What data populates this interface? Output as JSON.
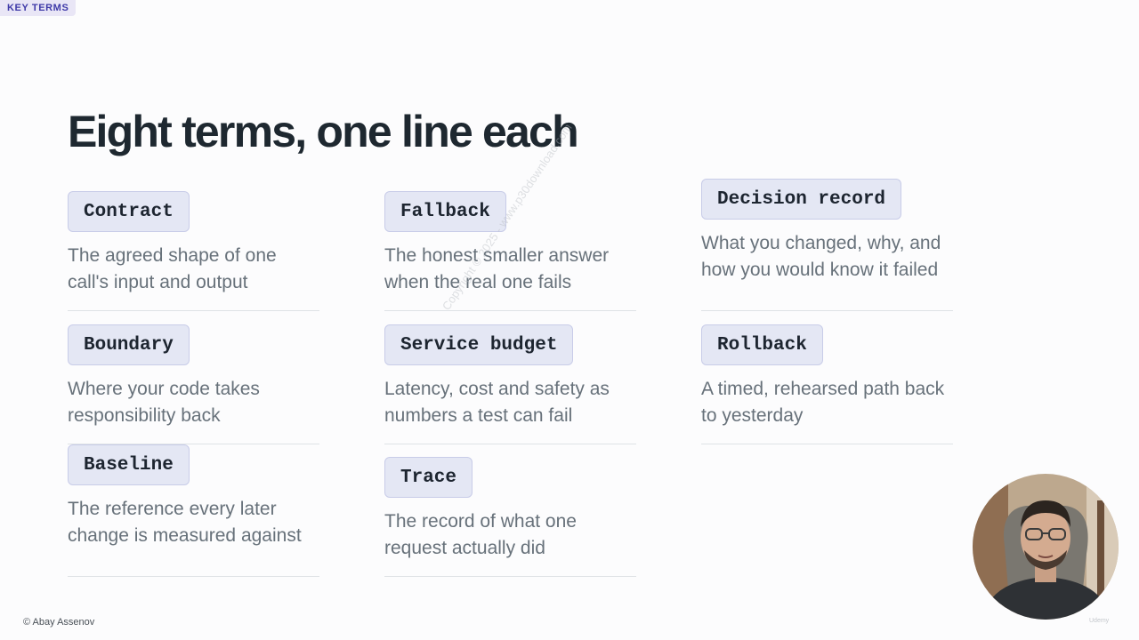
{
  "section_tag": "KEY TERMS",
  "title": "Eight terms, one line each",
  "terms": [
    {
      "term": "Contract",
      "definition": "The agreed shape of one call's input and output"
    },
    {
      "term": "Fallback",
      "definition": "The honest smaller answer when the real one fails"
    },
    {
      "term": "Decision record",
      "definition": "What you changed, why, and how you would know it failed"
    },
    {
      "term": "Boundary",
      "definition": "Where your code takes responsibility back"
    },
    {
      "term": "Service budget",
      "definition": "Latency, cost and safety as numbers a test can fail"
    },
    {
      "term": "Rollback",
      "definition": "A timed, rehearsed path back to yesterday"
    },
    {
      "term": "Baseline",
      "definition": "The reference every later change is measured against"
    },
    {
      "term": "Trace",
      "definition": "The record of what one request actually did"
    }
  ],
  "footer": "© Abay Assenov",
  "watermark": "Copyright © 2025 - www.p30download.com",
  "corner_mark": "Udemy",
  "colors": {
    "tag_bg": "#e9e6f6",
    "tag_text": "#3f3aa8",
    "chip_bg": "#e4e7f4",
    "chip_border": "#c8cce8",
    "description_text": "#67717a",
    "title_text": "#1e2830"
  }
}
